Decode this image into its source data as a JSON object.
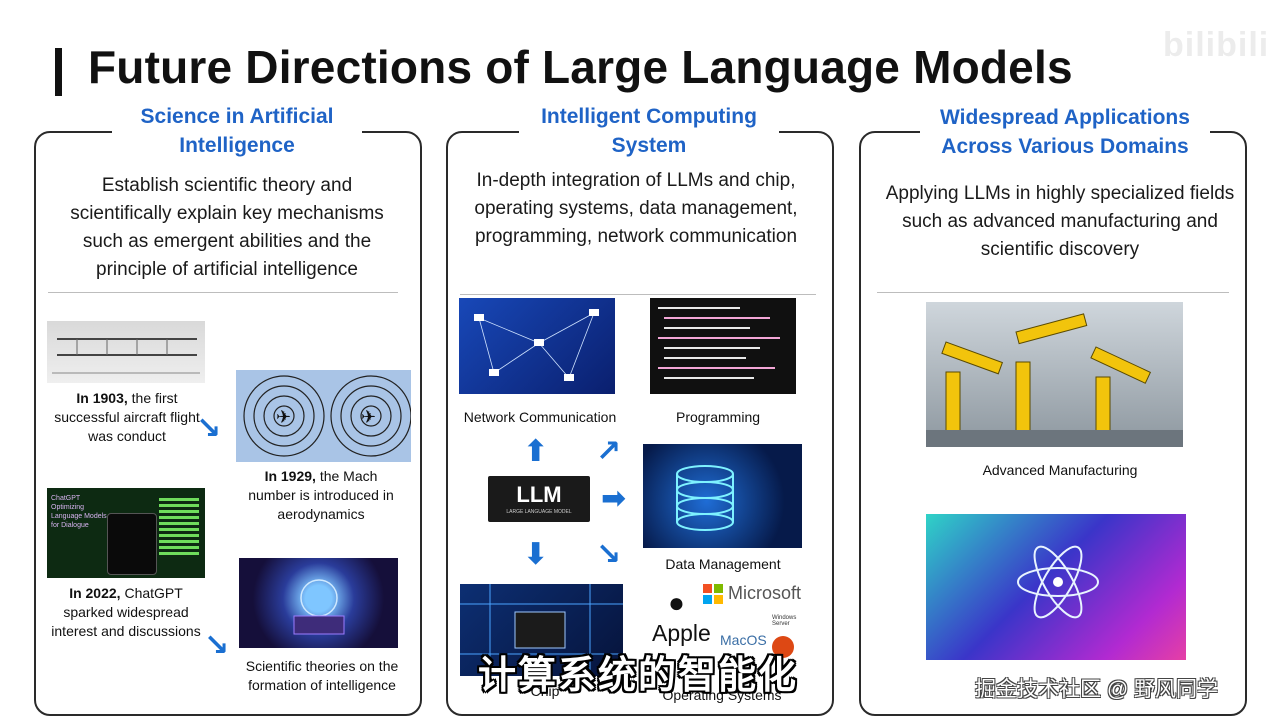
{
  "page": {
    "title": "Future Directions of Large Language Models"
  },
  "panels": [
    {
      "heading_line1": "Science in Artificial",
      "heading_line2": "Intelligence",
      "description": "Establish scientific theory and scientifically explain key mechanisms such as emergent abilities and the principle of artificial intelligence",
      "items": [
        {
          "year": "In 1903,",
          "text": " the first successful aircraft flight was conduct"
        },
        {
          "year": "In 1929,",
          "text": " the Mach number is introduced in aerodynamics"
        },
        {
          "year": "In 2022,",
          "text": " ChatGPT sparked widespread interest and discussions"
        },
        {
          "year": "",
          "text": "Scientific theories on the formation of intelligence"
        }
      ],
      "chatgpt_image_text": "ChatGPT Optimizing Language Models for Dialogue"
    },
    {
      "heading_line1": "Intelligent Computing",
      "heading_line2": "System",
      "description": "In-depth integration of LLMs and chip, operating systems, data management, programming, network communication",
      "labels": {
        "network": "Network Communication",
        "programming": "Programming",
        "data": "Data Management",
        "chip": "Chip",
        "os": "Operating Systems"
      },
      "llm_logo": "LLM",
      "llm_logo_sub": "LARGE LANGUAGE MODEL",
      "os_logos": {
        "apple": "Apple",
        "microsoft": "Microsoft",
        "macos": "MacOS",
        "windows": "Windows Server"
      }
    },
    {
      "heading_line1": "Widespread Applications",
      "heading_line2": "Across Various Domains",
      "description": "Applying LLMs in highly specialized fields such as advanced manufacturing and scientific discovery",
      "labels": {
        "manufacturing": "Advanced Manufacturing"
      }
    }
  ],
  "overlay": {
    "subtitle": "计算系统的智能化",
    "watermark": "掘金技术社区 @ 野风同学",
    "logo": "bilibili"
  },
  "colors": {
    "heading": "#1f63c6",
    "arrow": "#1a6fd1",
    "border": "#2a2a2a"
  }
}
